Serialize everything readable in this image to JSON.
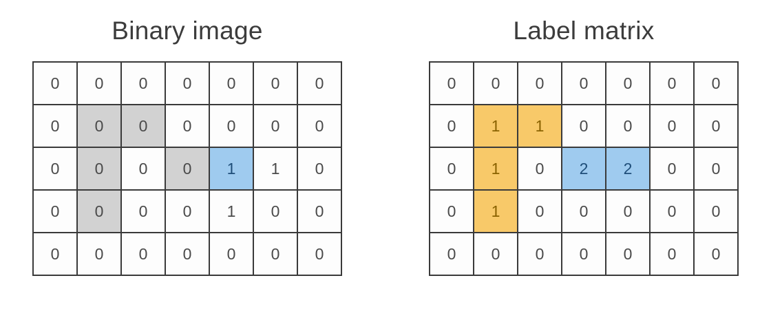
{
  "panels": [
    {
      "title": "Binary image",
      "name": "binary-image",
      "grid": {
        "rows": 5,
        "cols": 7,
        "values": [
          [
            "0",
            "0",
            "0",
            "0",
            "0",
            "0",
            "0"
          ],
          [
            "0",
            "0",
            "0",
            "0",
            "0",
            "0",
            "0"
          ],
          [
            "0",
            "0",
            "0",
            "0",
            "1",
            "1",
            "0"
          ],
          [
            "0",
            "0",
            "0",
            "0",
            "1",
            "0",
            "0"
          ],
          [
            "0",
            "0",
            "0",
            "0",
            "0",
            "0",
            "0"
          ]
        ],
        "fills": [
          [
            "none",
            "none",
            "none",
            "none",
            "none",
            "none",
            "none"
          ],
          [
            "none",
            "gray",
            "gray",
            "none",
            "none",
            "none",
            "none"
          ],
          [
            "none",
            "gray",
            "none",
            "gray",
            "blue",
            "none",
            "none"
          ],
          [
            "none",
            "gray",
            "none",
            "none",
            "none",
            "none",
            "none"
          ],
          [
            "none",
            "none",
            "none",
            "none",
            "none",
            "none",
            "none"
          ]
        ]
      }
    },
    {
      "title": "Label matrix",
      "name": "label-matrix",
      "grid": {
        "rows": 5,
        "cols": 7,
        "values": [
          [
            "0",
            "0",
            "0",
            "0",
            "0",
            "0",
            "0"
          ],
          [
            "0",
            "1",
            "1",
            "0",
            "0",
            "0",
            "0"
          ],
          [
            "0",
            "1",
            "0",
            "2",
            "2",
            "0",
            "0"
          ],
          [
            "0",
            "1",
            "0",
            "0",
            "0",
            "0",
            "0"
          ],
          [
            "0",
            "0",
            "0",
            "0",
            "0",
            "0",
            "0"
          ]
        ],
        "fills": [
          [
            "none",
            "none",
            "none",
            "none",
            "none",
            "none",
            "none"
          ],
          [
            "none",
            "orange",
            "orange",
            "none",
            "none",
            "none",
            "none"
          ],
          [
            "none",
            "orange",
            "none",
            "blue",
            "blue",
            "none",
            "none"
          ],
          [
            "none",
            "orange",
            "none",
            "none",
            "none",
            "none",
            "none"
          ],
          [
            "none",
            "none",
            "none",
            "none",
            "none",
            "none",
            "none"
          ]
        ]
      }
    }
  ],
  "colors": {
    "background": "#ffffff",
    "grid_line": "#3a3a3a",
    "cell_background": "#fdfdfd",
    "text": "#4a4a4a",
    "title": "#3c3c3c",
    "fill_gray": "#d2d2d2",
    "fill_blue": "#9fcbef",
    "fill_blue_text": "#1f4e79",
    "fill_orange": "#f8c969",
    "fill_orange_text": "#8a6200"
  }
}
